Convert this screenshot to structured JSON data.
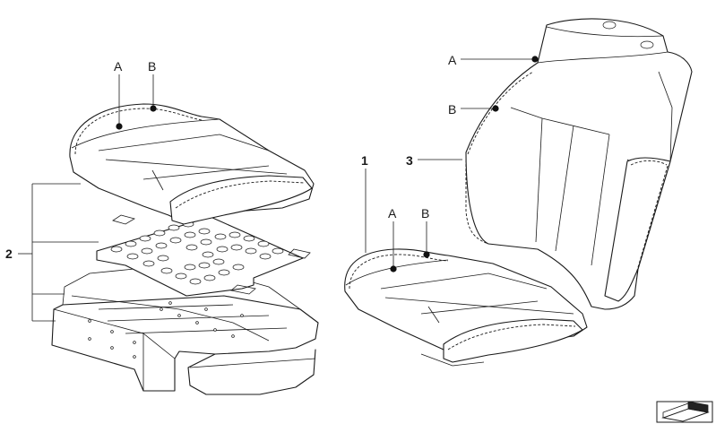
{
  "labels": {
    "seat_left_a": "A",
    "seat_left_b": "B",
    "group_2": "2",
    "back_a": "A",
    "back_b": "B",
    "item_1": "1",
    "item_3": "3",
    "seat_right_a": "A",
    "seat_right_b": "B"
  },
  "icons": {
    "corner": "parts-catalog-logo-icon"
  }
}
